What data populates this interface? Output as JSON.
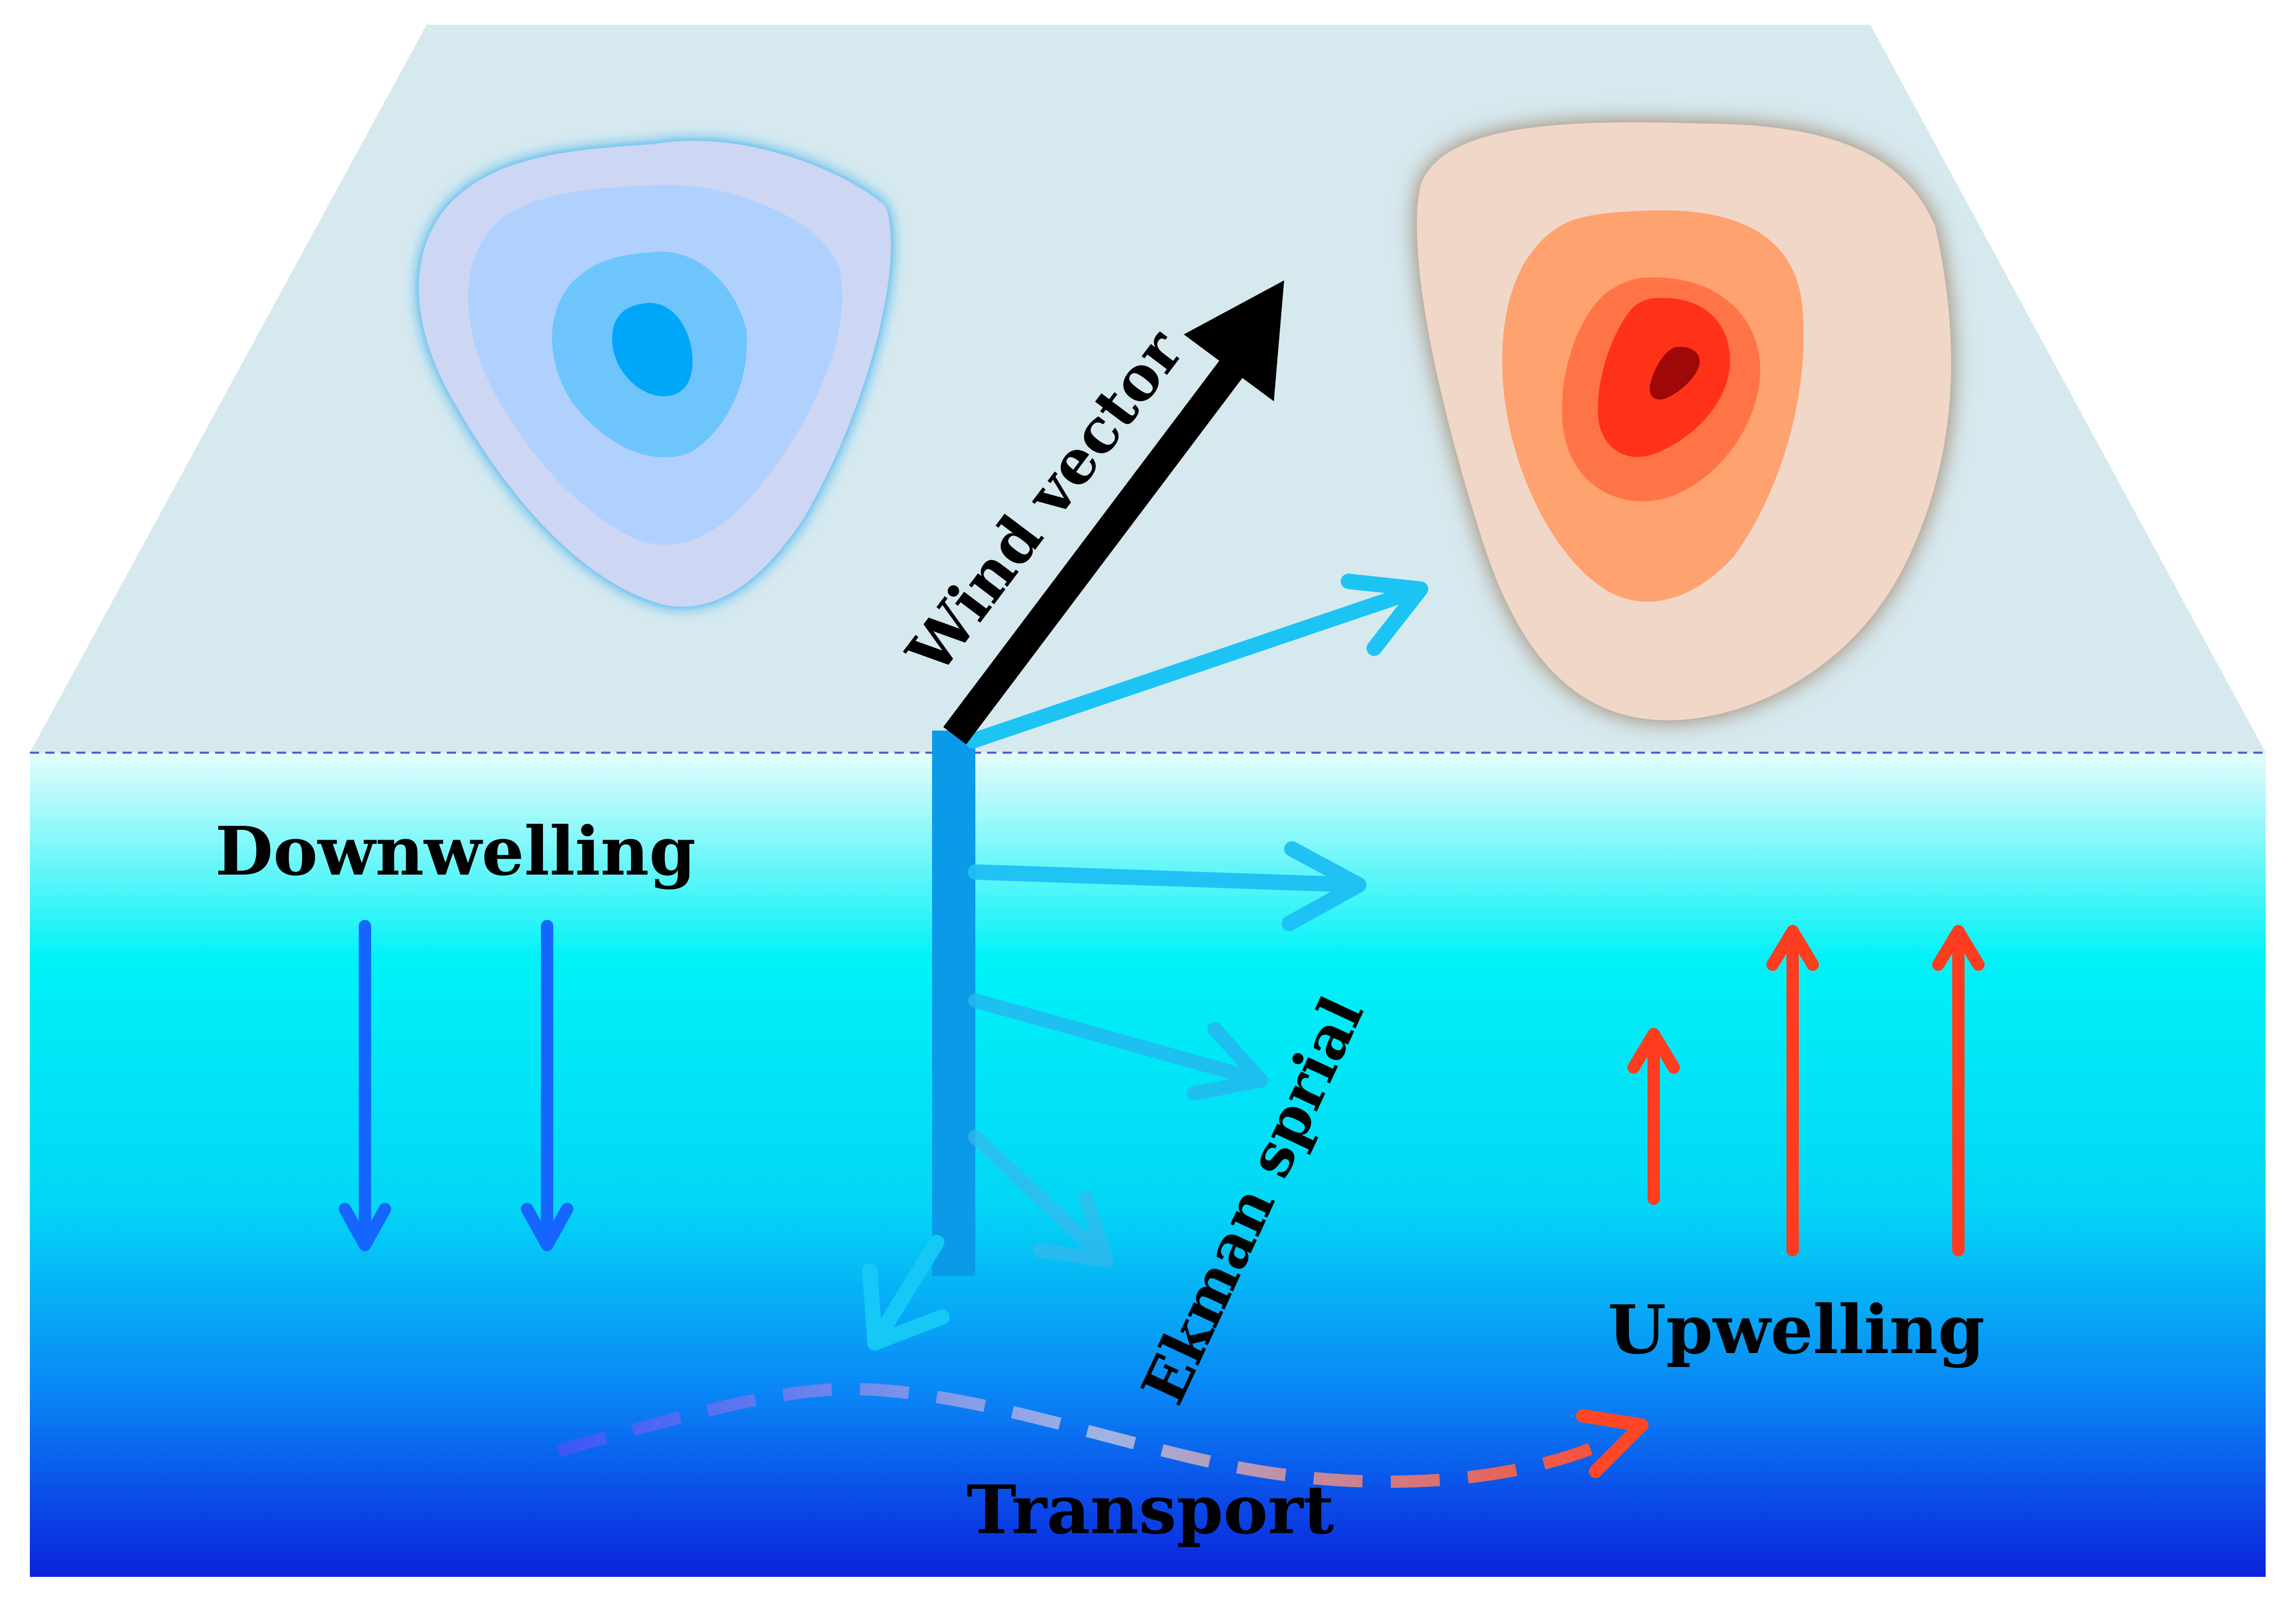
{
  "labels": {
    "wind_vector": "Wind vector",
    "downwelling": "Downwelling",
    "ekman_spiral": "Ekman sprial",
    "upwelling": "Upwelling",
    "transport": "Transport"
  },
  "colors": {
    "surface_top": "#6fd1d8",
    "surface_band": "#0891b2",
    "surface_bottom": "#d4e8ee",
    "water_top": "#e3fbfb",
    "water_mid": "#00f3f8",
    "water_bottom": "#0a2be0",
    "cold_eddy": [
      "#cdd6f3",
      "#b0d1fd",
      "#6dc5fc",
      "#00a6f7"
    ],
    "warm_eddy": [
      "#f0d7c8",
      "#fea26f",
      "#ff7447",
      "#ff3218",
      "#9e0808"
    ],
    "wind_arrow": "#000000",
    "spiral_arrow": "#00a0ea",
    "downwelling_arrow": "#1565ff",
    "upwelling_arrow": "#ff3c1f"
  }
}
